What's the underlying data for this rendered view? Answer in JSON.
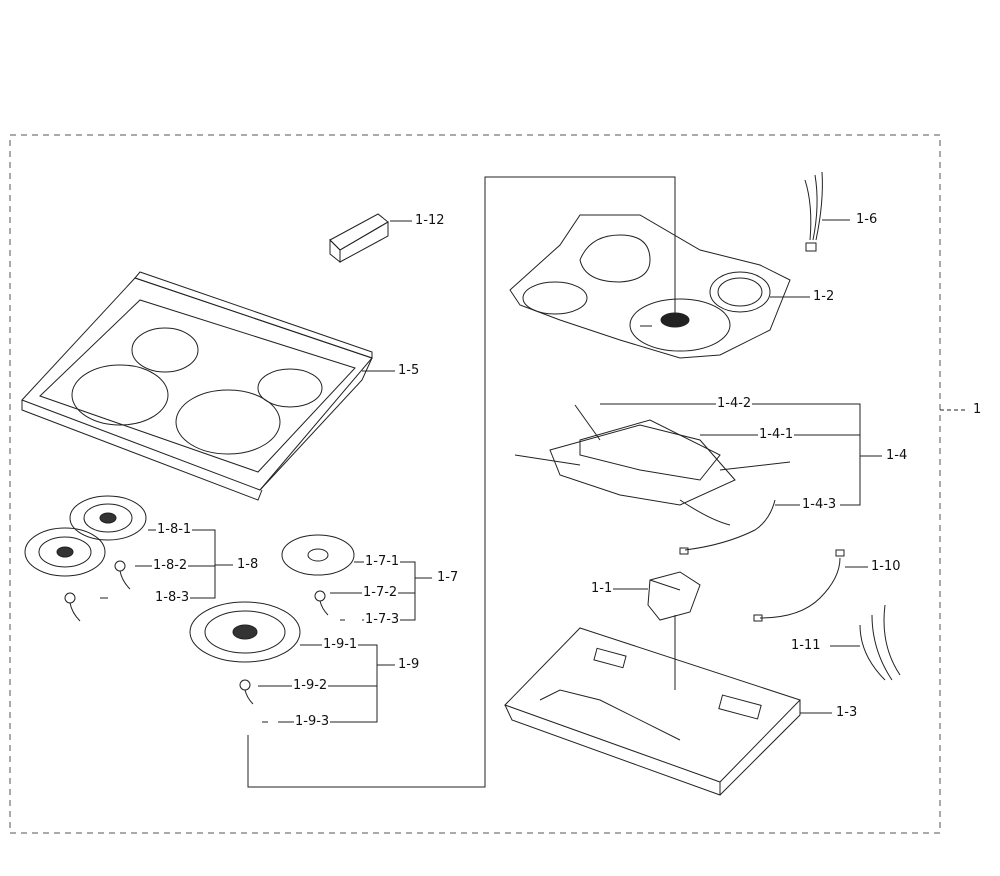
{
  "callouts": {
    "assembly": "1",
    "c1_1": "1-1",
    "c1_2": "1-2",
    "c1_3": "1-3",
    "c1_4": "1-4",
    "c1_4_1": "1-4-1",
    "c1_4_2": "1-4-2",
    "c1_4_3": "1-4-3",
    "c1_5": "1-5",
    "c1_6": "1-6",
    "c1_7": "1-7",
    "c1_7_1": "1-7-1",
    "c1_7_2": "1-7-2",
    "c1_7_3": "1-7-3",
    "c1_8": "1-8",
    "c1_8_1": "1-8-1",
    "c1_8_2": "1-8-2",
    "c1_8_3": "1-8-3",
    "c1_9": "1-9",
    "c1_9_1": "1-9-1",
    "c1_9_2": "1-9-2",
    "c1_9_3": "1-9-3",
    "c1_10": "1-10",
    "c1_11": "1-11",
    "c1_12": "1-12"
  }
}
